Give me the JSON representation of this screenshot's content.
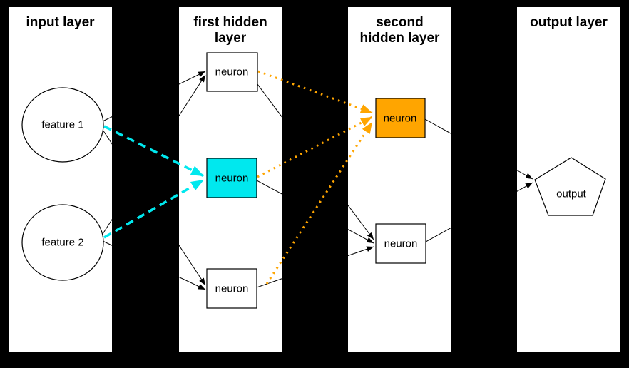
{
  "diagram": {
    "type": "neural-network-diagram",
    "colors": {
      "background": "#000000",
      "panel": "#FFFFFF",
      "edge": "#000000",
      "cyan": "#00E8EE",
      "orange": "#FFA500"
    },
    "panels": [
      {
        "id": "input-layer",
        "title": "input layer",
        "title_lines": [
          "input layer"
        ]
      },
      {
        "id": "first-hidden-layer",
        "title": "first hidden layer",
        "title_lines": [
          "first hidden",
          "layer"
        ]
      },
      {
        "id": "second-hidden-layer",
        "title": "second hidden layer",
        "title_lines": [
          "second",
          "hidden layer"
        ]
      },
      {
        "id": "output-layer",
        "title": "output layer",
        "title_lines": [
          "output layer"
        ]
      }
    ],
    "nodes": [
      {
        "id": "feature-1",
        "label": "feature 1",
        "shape": "ellipse",
        "layer": "input layer",
        "fill": "#FFFFFF"
      },
      {
        "id": "feature-2",
        "label": "feature 2",
        "shape": "ellipse",
        "layer": "input layer",
        "fill": "#FFFFFF"
      },
      {
        "id": "h1-neuron-top",
        "label": "neuron",
        "shape": "rect",
        "layer": "first hidden layer",
        "fill": "#FFFFFF"
      },
      {
        "id": "h1-neuron-middle",
        "label": "neuron",
        "shape": "rect",
        "layer": "first hidden layer",
        "fill": "#00E8EE"
      },
      {
        "id": "h1-neuron-bottom",
        "label": "neuron",
        "shape": "rect",
        "layer": "first hidden layer",
        "fill": "#FFFFFF"
      },
      {
        "id": "h2-neuron-top",
        "label": "neuron",
        "shape": "rect",
        "layer": "second hidden layer",
        "fill": "#FFA500"
      },
      {
        "id": "h2-neuron-bottom",
        "label": "neuron",
        "shape": "rect",
        "layer": "second hidden layer",
        "fill": "#FFFFFF"
      },
      {
        "id": "output",
        "label": "output",
        "shape": "pentagon",
        "layer": "output layer",
        "fill": "#FFFFFF"
      }
    ],
    "edges": [
      {
        "from": "feature-1",
        "to": "h1-neuron-top",
        "style": "solid-black-arrow"
      },
      {
        "from": "feature-2",
        "to": "h1-neuron-top",
        "style": "solid-black-arrow"
      },
      {
        "from": "feature-1",
        "to": "h1-neuron-middle",
        "style": "dashed-cyan-arrow"
      },
      {
        "from": "feature-2",
        "to": "h1-neuron-middle",
        "style": "dashed-cyan-arrow"
      },
      {
        "from": "feature-1",
        "to": "h1-neuron-bottom",
        "style": "solid-black-arrow"
      },
      {
        "from": "feature-2",
        "to": "h1-neuron-bottom",
        "style": "solid-black-arrow"
      },
      {
        "from": "h1-neuron-top",
        "to": "h2-neuron-top",
        "style": "dotted-orange-arrow"
      },
      {
        "from": "h1-neuron-middle",
        "to": "h2-neuron-top",
        "style": "dotted-orange-arrow"
      },
      {
        "from": "h1-neuron-bottom",
        "to": "h2-neuron-top",
        "style": "dotted-orange-arrow"
      },
      {
        "from": "h1-neuron-top",
        "to": "h2-neuron-bottom",
        "style": "solid-black-arrow"
      },
      {
        "from": "h1-neuron-middle",
        "to": "h2-neuron-bottom",
        "style": "solid-black-arrow"
      },
      {
        "from": "h1-neuron-bottom",
        "to": "h2-neuron-bottom",
        "style": "solid-black-arrow"
      },
      {
        "from": "h2-neuron-top",
        "to": "output",
        "style": "solid-black-arrow"
      },
      {
        "from": "h2-neuron-bottom",
        "to": "output",
        "style": "solid-black-arrow"
      }
    ]
  }
}
